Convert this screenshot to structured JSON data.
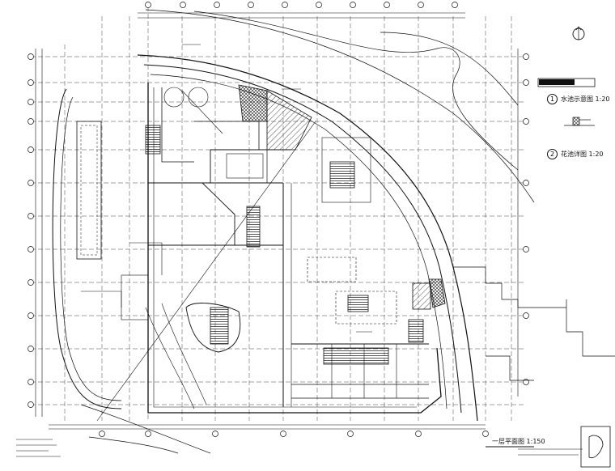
{
  "drawing": {
    "main_title": "一层平面图 1:150",
    "detail_1_number": "1",
    "detail_1_title": "水池示意图 1:20",
    "detail_2_number": "2",
    "detail_2_title": "花池详图 1:20"
  },
  "colors": {
    "line": "#111111",
    "background": "#ffffff",
    "hatch": "#222222"
  },
  "icons": {
    "north_arrow": "north-arrow-icon"
  }
}
